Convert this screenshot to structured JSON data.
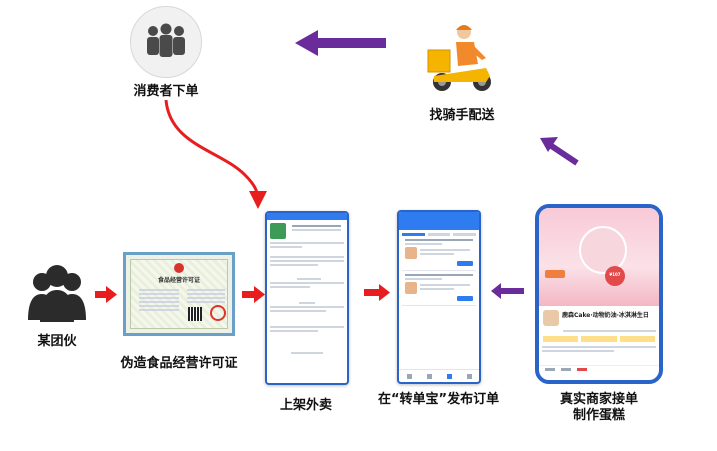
{
  "nodes": {
    "consumer_label": "消费者下单",
    "rider_label": "找骑手配送",
    "gang_label": "某团伙",
    "license_label": "伪造食品经营许可证",
    "listing_label": "上架外卖",
    "platform_label": "在“转单宝”发布订单",
    "merchant_label": "真实商家接单\n制作蛋糕"
  },
  "license": {
    "header": "食品经营许可证"
  },
  "merchant_app": {
    "shop_name": "鹿森Cake·动物奶油·冰淇淋生日",
    "price": "¥107"
  },
  "colors": {
    "arrow_red": "#e81d1d",
    "arrow_purple": "#6a2c9a",
    "phone_border": "#2b64c9"
  }
}
